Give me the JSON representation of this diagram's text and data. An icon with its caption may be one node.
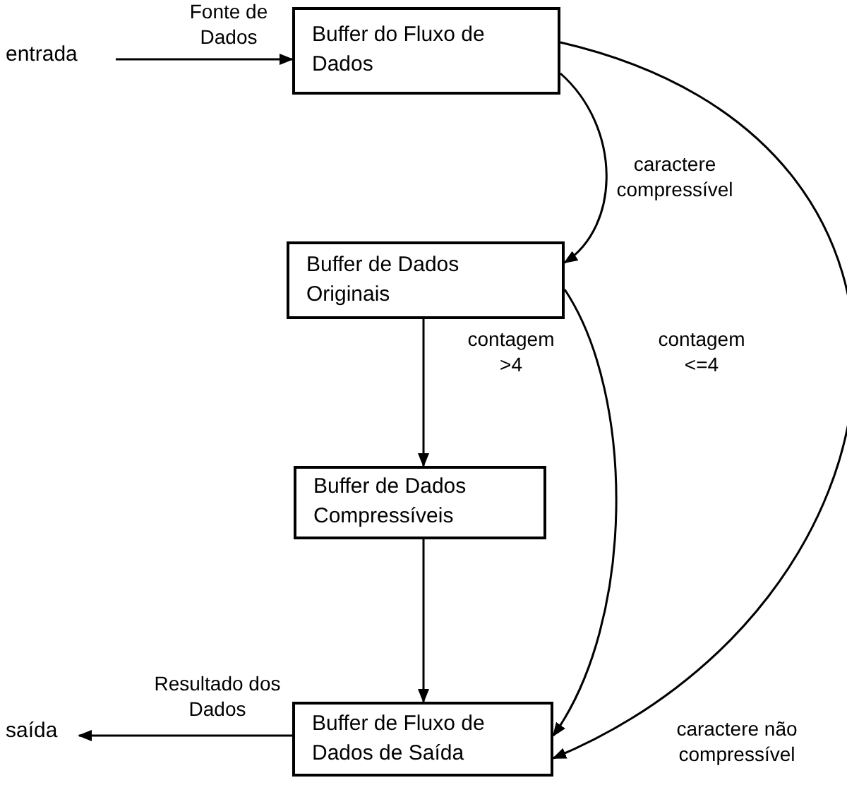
{
  "diagram": {
    "nodes": [
      {
        "text": [
          "entrada"
        ]
      },
      {
        "text": [
          "Buffer do Fluxo de Dados"
        ]
      },
      {
        "text": [
          "Buffer de Dados Originais"
        ]
      },
      {
        "text": [
          "Buffer de Dados Compressíveis"
        ]
      },
      {
        "text": [
          "Buffer de Fluxo de Dados de Saída"
        ]
      },
      {
        "text": [
          "saída"
        ]
      }
    ],
    "edges": [
      {
        "from": 0,
        "to": 1,
        "arrow": "to",
        "label": "Fonte de Dados"
      },
      {
        "from": 1,
        "to": 2,
        "arrow": "to",
        "label": "caractere compressível"
      },
      {
        "from": 2,
        "to": 3,
        "arrow": "to",
        "label": "contagem >4"
      },
      {
        "from": 2,
        "to": 4,
        "arrow": "to",
        "label": "contagem <=4"
      },
      {
        "from": 3,
        "to": 4,
        "arrow": "to"
      },
      {
        "from": 1,
        "to": 4,
        "arrow": "to",
        "label": "caractere não compressível"
      },
      {
        "from": 4,
        "to": 5,
        "arrow": "to",
        "label": "Resultado dos Dados"
      }
    ]
  }
}
